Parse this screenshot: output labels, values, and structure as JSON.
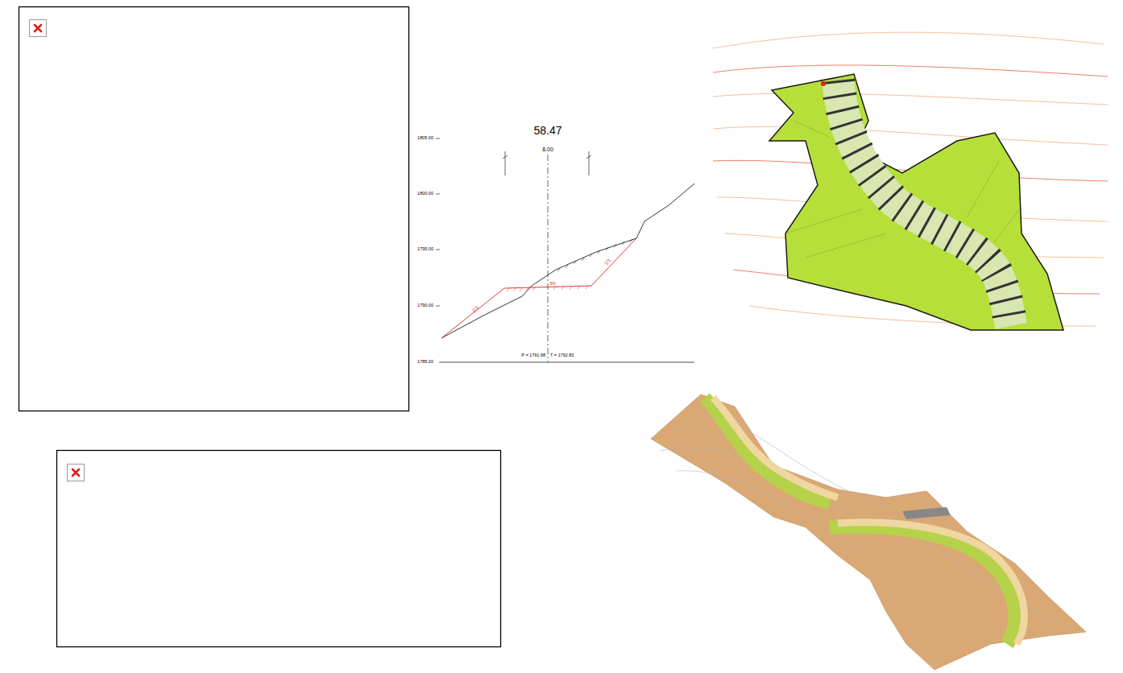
{
  "diagram": {
    "labels": [
      "58.47",
      "8.00",
      "1805.00",
      "1800.00",
      "1795.00",
      "1790.00",
      "1785.00",
      "P = 1791.68",
      "T = 1792.83",
      "2/3",
      "1/1",
      "5%"
    ]
  }
}
